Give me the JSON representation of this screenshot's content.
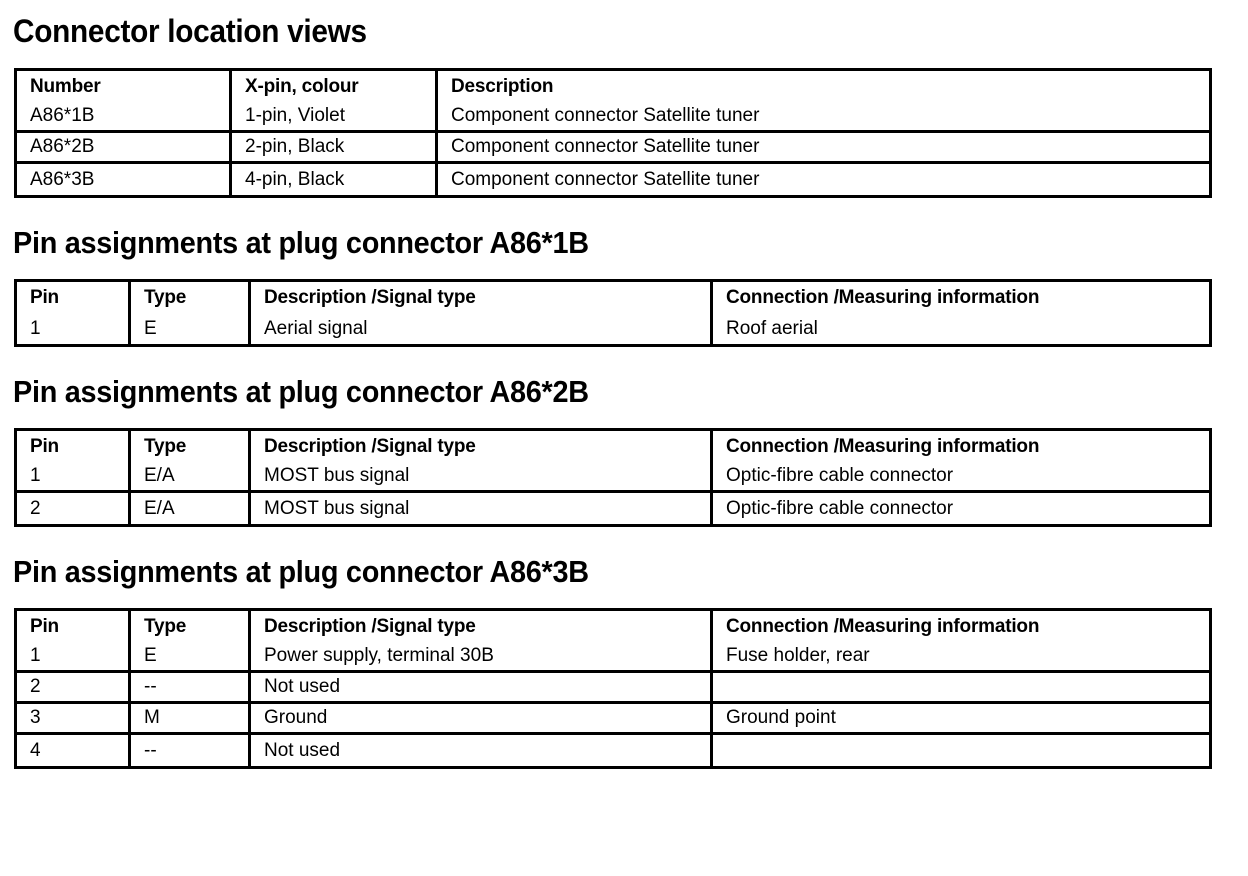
{
  "document": {
    "title": "Connector location views"
  },
  "location_table": {
    "name": "connector-location-table",
    "columns": [
      "Number",
      "X-pin, colour",
      "Description"
    ],
    "rows": [
      [
        "A86*1B",
        "1-pin, Violet",
        "Component connector Satellite tuner"
      ],
      [
        "A86*2B",
        "2-pin, Black",
        "Component connector Satellite tuner"
      ],
      [
        "A86*3B",
        "4-pin, Black",
        "Component connector Satellite tuner"
      ]
    ]
  },
  "sections": [
    {
      "heading": "Pin assignments at plug connector A86*1B",
      "connector": "A86*1B",
      "columns": [
        "Pin",
        "Type",
        "Description /Signal type",
        "Connection /Measuring information"
      ],
      "rows": [
        [
          "1",
          "E",
          "Aerial signal",
          "Roof aerial"
        ]
      ]
    },
    {
      "heading": "Pin assignments at plug connector A86*2B",
      "connector": "A86*2B",
      "columns": [
        "Pin",
        "Type",
        "Description /Signal type",
        "Connection /Measuring information"
      ],
      "rows": [
        [
          "1",
          "E/A",
          "MOST bus signal",
          "Optic-fibre cable connector"
        ],
        [
          "2",
          "E/A",
          "MOST bus signal",
          "Optic-fibre cable connector"
        ]
      ]
    },
    {
      "heading": "Pin assignments at plug connector A86*3B",
      "connector": "A86*3B",
      "columns": [
        "Pin",
        "Type",
        "Description /Signal type",
        "Connection /Measuring information"
      ],
      "rows": [
        [
          "1",
          "E",
          "Power supply, terminal 30B",
          "Fuse holder, rear"
        ],
        [
          "2",
          "--",
          "Not used",
          ""
        ],
        [
          "3",
          "M",
          "Ground",
          "Ground point"
        ],
        [
          "4",
          "--",
          "Not used",
          ""
        ]
      ]
    }
  ],
  "colors": {
    "text": "#000000",
    "background": "#ffffff",
    "border": "#000000"
  }
}
